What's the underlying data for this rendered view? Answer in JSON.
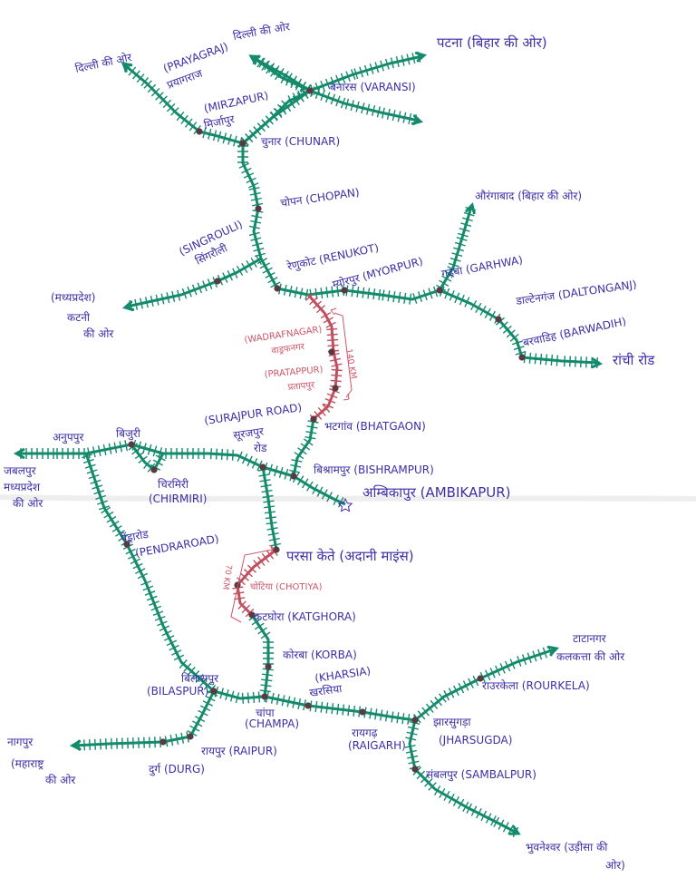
{
  "colors": {
    "track": "#148a6c",
    "new_track": "#c0505f",
    "station": "#5a3a40",
    "label": "#3b2fa8",
    "red_label": "#d0556a"
  },
  "labels": {
    "delhi_left": "दिल्ली की ओर",
    "prayagraj_en": "(PRAYAGRAJ)",
    "prayagraj_hi": "प्रयागराज",
    "delhi_right": "दिल्ली की ओर",
    "patna": "पटना (बिहार की ओर)",
    "banaras": "बनारस (VARANSI)",
    "mirzapur_en": "(MIRZAPUR)",
    "mirzapur_hi": "मिर्जापुर",
    "chunar": "चुनार (CHUNAR)",
    "chopan": "चोपन (CHOPAN)",
    "aurangabad": "औरंगाबाद (बिहार की ओर)",
    "singrauli_en": "(SINGROULI)",
    "singrauli_hi": "सिंगरौली",
    "renukot": "रेणुकोट (RENUKOT)",
    "myorpur": "म्योरपुर (MYORPUR)",
    "garhwa": "गढ़वा (GARHWA)",
    "katni_1": "(मध्यप्रदेश)",
    "katni_2": "कटनी",
    "katni_3": "की ओर",
    "daltonganj": "डाल्टेनगंज (DALTONGANJ)",
    "barwadih": "बरवाडिह (BARWADIH)",
    "ranchi": "रांची रोड",
    "wadrafnagar_en": "(WADRAFNAGAR)",
    "wadrafnagar_hi": "वाड्रफनगर",
    "pratappur_en": "(PRATAPPUR)",
    "pratappur_hi": "प्रतापपुर",
    "dist_top": "140 KM",
    "bhatgaon": "भटगांव (BHATGAON)",
    "surajpur_en": "(SURAJPUR ROAD)",
    "surajpur_hi": "सूरजपुर",
    "surajpur_road": "रोड",
    "anuppur": "अनुपपुर",
    "bijuri": "बिजुरी",
    "jabalpur_1": "जबलपुर",
    "jabalpur_2": "मध्यप्रदेश",
    "jabalpur_3": "की ओर",
    "chirmiri_hi": "चिरमिरी",
    "chirmiri_en": "(CHIRMIRI)",
    "bishrampur": "बिश्रामपुर (BISHRAMPUR)",
    "ambikapur": "अम्बिकापुर (AMBIKAPUR)",
    "pendra_hi": "पेंड्रारोड",
    "pendra_en": "(PENDRAROAD)",
    "parsa": "परसा केते (अदानी माइंस)",
    "dist_bottom": "70 KM",
    "chotiya": "चोटिया (CHOTIYA)",
    "katghora": "कटघोरा (KATGHORA)",
    "korba": "कोरबा (KORBA)",
    "tatanagar_1": "टाटानगर",
    "tatanagar_2": "कलकत्ता की ओर",
    "bilaspur_hi": "बिलासपुर",
    "bilaspur_en": "(BILASPUR)",
    "kharsia_en": "(KHARSIA)",
    "kharsia_hi": "खरसिया",
    "rourkela": "राउरकेला (ROURKELA)",
    "champa_hi": "चांपा",
    "champa_en": "(CHAMPA)",
    "raigarh_hi": "रायगढ़",
    "raigarh_en": "(RAIGARH)",
    "jharsuguda_hi": "झारसुगड़ा",
    "jharsuguda_en": "(JHARSUGDA)",
    "nagpur_1": "नागपुर",
    "nagpur_2": "(महाराष्ट्र",
    "nagpur_3": "की ओर",
    "raipur": "रायपुर (RAIPUR)",
    "durg": "दुर्ग (DURG)",
    "sambalpur": "संबलपुर (SAMBALPUR)",
    "bhubaneswar_1": "भुवनेश्वर (उड़ीसा की",
    "bhubaneswar_2": "ओर)"
  }
}
